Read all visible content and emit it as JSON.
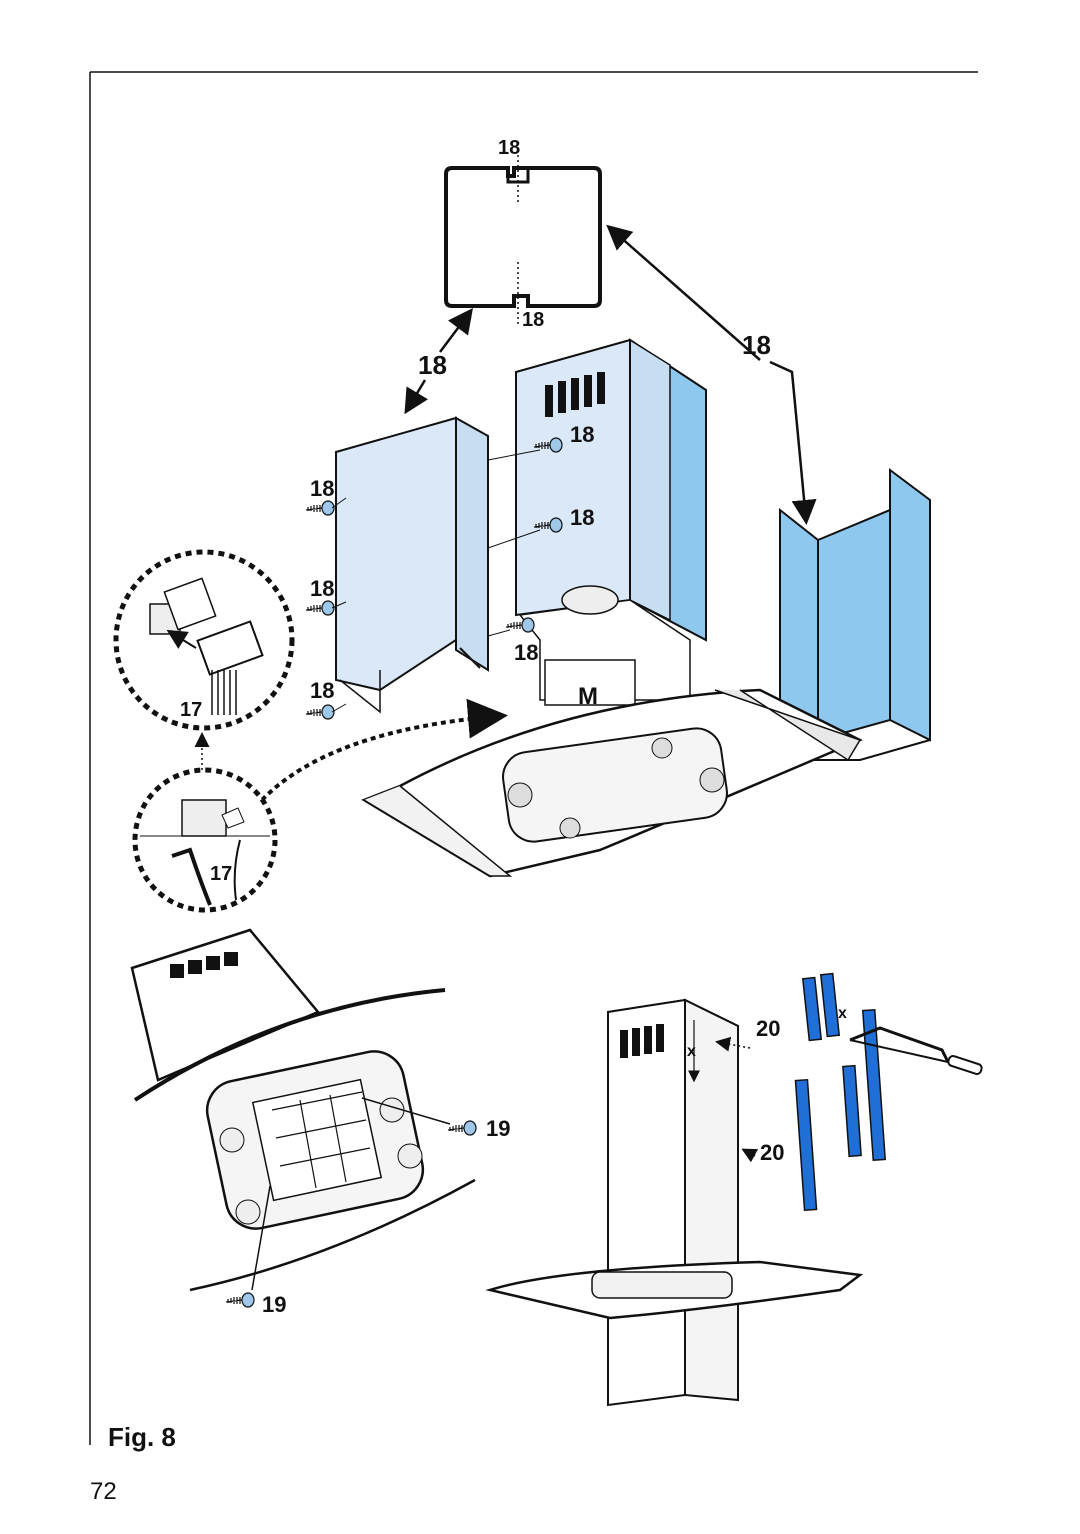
{
  "figure": {
    "label": "Fig. 8",
    "page_number": "72"
  },
  "part_numbers": {
    "p17": "17",
    "p18": "18",
    "p19": "19",
    "p20": "20",
    "motor": "M",
    "cut_length": "x"
  },
  "colors": {
    "panel_light": "#dbe8f8",
    "panel_medium": "#8fc8ee",
    "strip_blue": "#1f6fd6",
    "outline": "#111111",
    "screw_head": "#7fb3e0"
  },
  "icons": [
    "screw-icon",
    "hacksaw-icon",
    "arrow-icon",
    "magnifier-circle-icon"
  ]
}
